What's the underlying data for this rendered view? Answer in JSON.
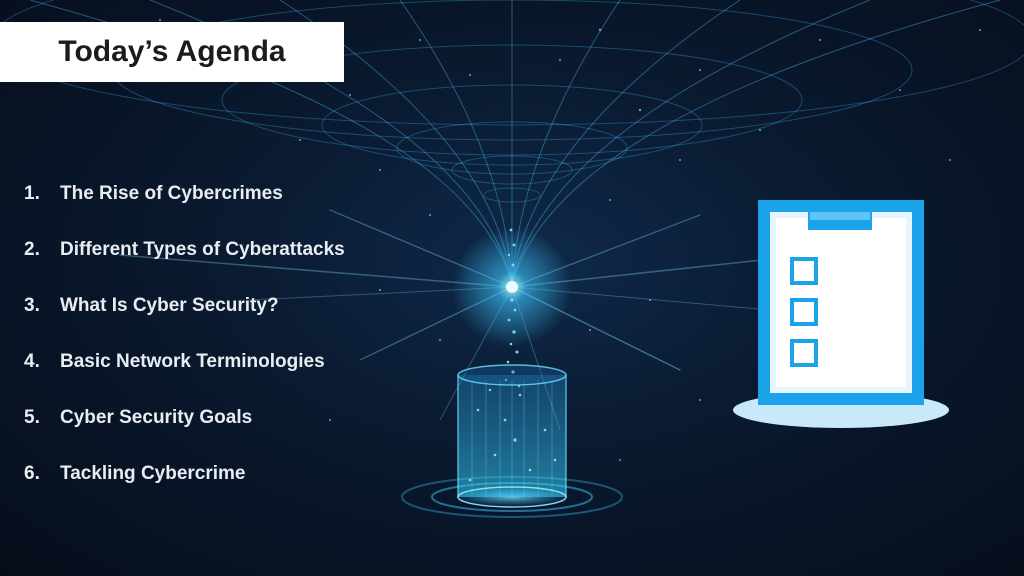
{
  "slide": {
    "title": "Today’s Agenda",
    "items": [
      {
        "number": "1.",
        "label": "The Rise of Cybercrimes"
      },
      {
        "number": "2.",
        "label": "Different Types of Cyberattacks"
      },
      {
        "number": "3.",
        "label": "What Is Cyber Security?"
      },
      {
        "number": "4.",
        "label": "Basic Network Terminologies"
      },
      {
        "number": "5.",
        "label": "Cyber Security Goals"
      },
      {
        "number": "6.",
        "label": "Tackling Cybercrime"
      }
    ]
  },
  "colors": {
    "background": "#0a1a30",
    "glow": "#3ec9ff",
    "clipboard_blue": "#1aa3e8",
    "clipboard_base": "#c9e9fb",
    "text": "#e9edf2",
    "title_bg": "#ffffff",
    "title_text": "#1c1c1c"
  },
  "icons": [
    "network-funnel-graphic",
    "data-cylinder-graphic",
    "clipboard-checklist-icon"
  ]
}
